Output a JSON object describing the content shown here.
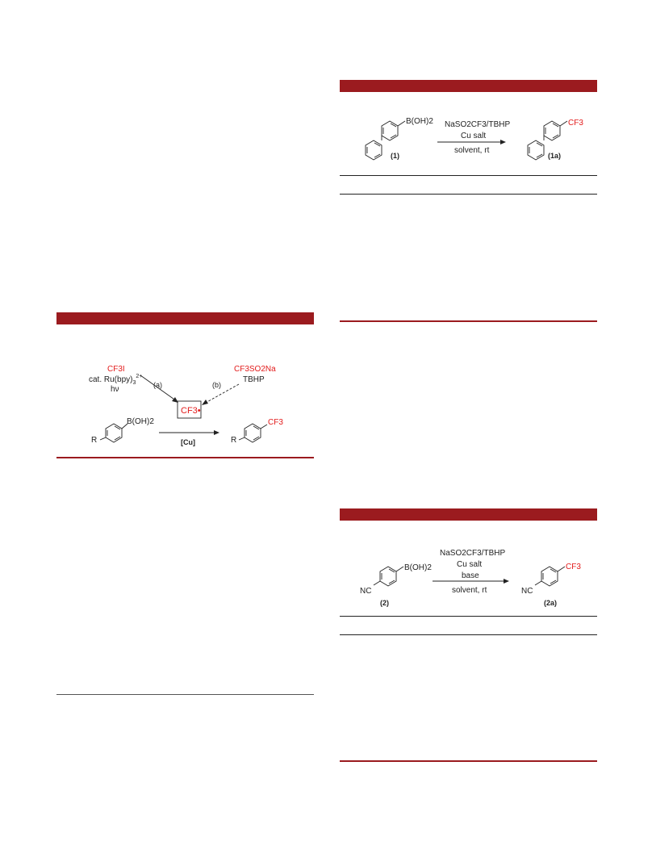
{
  "scheme_main": {
    "reagent_a_cf3i": "CF3I",
    "reagent_a_cat": "cat. Ru(bpy)",
    "reagent_a_cat_sub": "3",
    "reagent_a_cat_sup": "2+",
    "reagent_a_hv": "hν",
    "label_a": "(a)",
    "label_b": "(b)",
    "reagent_b_cf3": "CF3SO2Na",
    "reagent_b_tbhp": "TBHP",
    "radical": "CF3•",
    "catalyst": "[Cu]",
    "sub_r": "R",
    "sub_boronic": "B(OH)2",
    "prod_r": "R",
    "prod_cf3": "CF3"
  },
  "scheme_1": {
    "boronic": "B(OH)2",
    "sm_label": "(1)",
    "cond_reagent": "NaSO2CF3/TBHP",
    "cond_cu": "Cu salt",
    "cond_solvent": "solvent, rt",
    "product_cf3": "CF3",
    "product_label": "(1a)"
  },
  "scheme_2": {
    "boronic": "B(OH)2",
    "nc": "NC",
    "sm_label": "(2)",
    "cond_reagent": "NaSO2CF3/TBHP",
    "cond_cu": "Cu salt",
    "cond_base": "base",
    "cond_solvent": "solvent, rt",
    "product_cf3": "CF3",
    "product_nc": "NC",
    "product_label": "(2a)"
  }
}
